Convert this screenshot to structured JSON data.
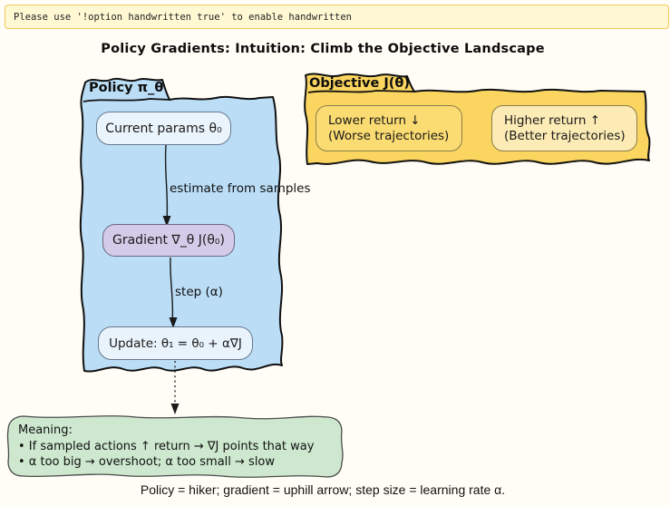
{
  "banner": {
    "text": "Please use '!option handwritten true' to enable handwritten"
  },
  "title": "Policy Gradients: Intuition: Climb the Objective Landscape",
  "diagram": {
    "policy_cluster": {
      "label": "Policy π_θ",
      "node_current": "Current params θ₀",
      "edge_estimate": "estimate from samples",
      "node_gradient": "Gradient ∇_θ J(θ₀)",
      "edge_step": "step (α)",
      "node_update": "Update: θ₁ = θ₀ + α∇J"
    },
    "objective_cluster": {
      "label": "Objective J(θ)",
      "node_lower": {
        "line1": "Lower return ↓",
        "line2": "(Worse trajectories)"
      },
      "node_higher": {
        "line1": "Higher return ↑",
        "line2": "(Better trajectories)"
      }
    },
    "meaning_box": {
      "title": "Meaning:",
      "bullet1": "• If sampled actions ↑ return → ∇J points that way",
      "bullet2": "• α too big → overshoot; α too small → slow"
    }
  },
  "caption": "Policy = hiker; gradient = uphill arrow; step size = learning rate α.",
  "colors": {
    "background": "#FFFDF6",
    "banner_fill": "#FFF8D3",
    "banner_border": "#EDC85C",
    "policy_cluster_fill": "#BBDDF6",
    "objective_cluster_fill": "#FAD55F",
    "current_node_fill": "#EAF4FC",
    "gradient_node_fill": "#D3CBE8",
    "update_node_fill": "#E9F3FC",
    "lower_node_fill": "#FBDC72",
    "higher_node_fill": "#FCEBB5",
    "meaning_box_fill": "#CDE8CF",
    "edge_stroke": "#1a1a1a"
  }
}
